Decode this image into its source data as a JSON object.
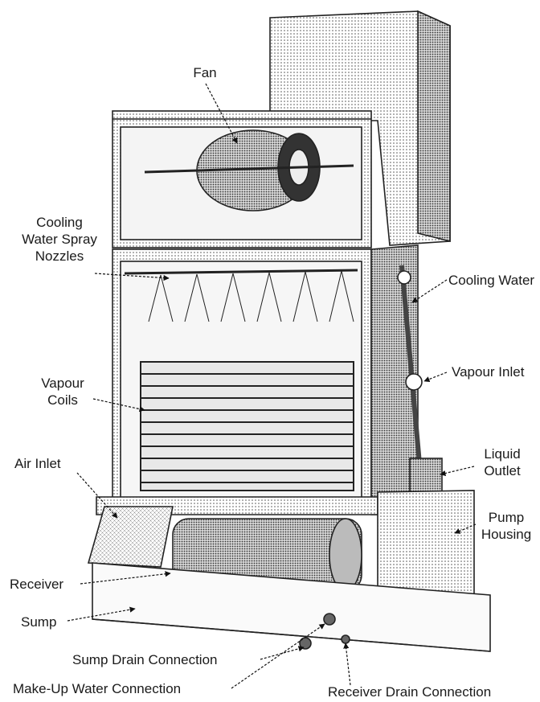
{
  "labels": {
    "fan": "Fan",
    "cooling_water_spray_nozzles": "Cooling\nWater Spray\nNozzles",
    "cooling_water": "Cooling Water",
    "vapour_inlet": "Vapour Inlet",
    "vapour_coils": "Vapour\nCoils",
    "liquid_outlet": "Liquid\nOutlet",
    "air_inlet": "Air Inlet",
    "pump_housing": "Pump\nHousing",
    "receiver": "Receiver",
    "sump": "Sump",
    "sump_drain_connection": "Sump Drain Connection",
    "make_up_water_connection": "Make-Up Water Connection",
    "receiver_drain_connection": "Receiver Drain Connection"
  }
}
